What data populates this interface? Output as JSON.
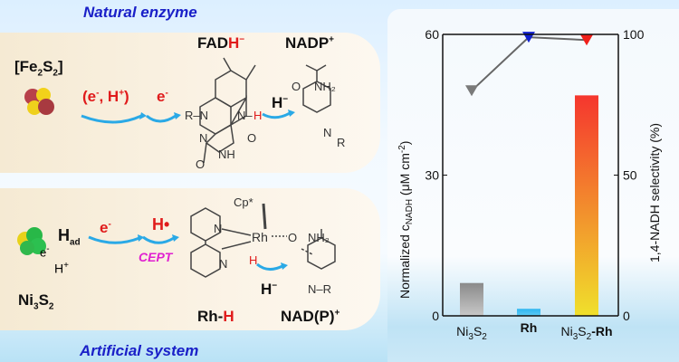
{
  "top": {
    "title": "Natural enzyme",
    "fe_label": {
      "a": "[Fe",
      "b": "2",
      "c": "S",
      "d": "2",
      "e": "]"
    },
    "step1": {
      "open": "(e",
      "sup1": "-",
      "mid": ", H",
      "sup2": "+",
      "close": ")"
    },
    "step2": {
      "e": "e",
      "sup": "-"
    },
    "fadh": {
      "a": "FAD",
      "b": "H",
      "sup": "−"
    },
    "nadp": {
      "a": "NADP",
      "sup": "+"
    },
    "hydride": {
      "a": "H",
      "sup": "−"
    },
    "atoms": {
      "rn": "R–N",
      "nh": "N–",
      "h": "H",
      "n": "N",
      "nh2": "NH",
      "o": "O",
      "nhr": "N",
      "r": "R",
      "o2": "O",
      "nh3": "NH",
      "amide_o": "O",
      "amide_nh2": "NH₂"
    }
  },
  "bottom": {
    "title": "Artificial system",
    "had": {
      "a": "H",
      "sub": "ad"
    },
    "e_small": {
      "a": "e",
      "sup": "-"
    },
    "hplus": {
      "a": "H",
      "sup": "+"
    },
    "ni_label": {
      "a": "Ni",
      "b": "3",
      "c": "S",
      "d": "2"
    },
    "step1": {
      "e": "e",
      "sup": "-"
    },
    "step2": "H•",
    "cept": "CEPT",
    "cp": "Cp*",
    "rh": "Rh",
    "n1": "N",
    "n2": "N",
    "h_red": "H",
    "o": "O",
    "nh2": "NH₂",
    "hydride": {
      "a": "H",
      "sup": "−"
    },
    "nr": "N–R",
    "rhh": {
      "a": "Rh-",
      "b": "H"
    },
    "nadp": {
      "a": "NAD(P)",
      "sup": "+"
    }
  },
  "chart_data": {
    "type": "bar",
    "categories": [
      "Ni3S2",
      "Rh",
      "Ni3S2-Rh"
    ],
    "category_labels": [
      {
        "a": "Ni",
        "b": "3",
        "c": "S",
        "d": "2",
        "e": ""
      },
      {
        "a": "",
        "b": "",
        "c": "",
        "d": "",
        "e": "Rh"
      },
      {
        "a": "Ni",
        "b": "3",
        "c": "S",
        "d": "2",
        "e": "-Rh"
      }
    ],
    "series": [
      {
        "name": "Normalized c_NADH",
        "axis": "left",
        "type": "bar",
        "values": [
          7,
          1.5,
          47
        ],
        "colors": [
          [
            "#8a8a8a",
            "#c8c8c8"
          ],
          [
            "#2fb6f0",
            "#5ccaf5"
          ],
          [
            "#f5362e",
            "#f0e02c"
          ]
        ]
      },
      {
        "name": "1,4-NADH selectivity",
        "axis": "right",
        "type": "scatter-line",
        "values": [
          80,
          99,
          98
        ],
        "colors": [
          "#7a7a7a",
          "#1020d0",
          "#f0201a"
        ]
      }
    ],
    "ylabel": "Normalized c",
    "ylabel_sub": "NADH",
    "ylabel_unit": " (μM cm",
    "ylabel_sup": "-2",
    "ylabel_close": ")",
    "y2label": "1,4-NADH selectivity (%)",
    "ylim": [
      0,
      60
    ],
    "y2lim": [
      0,
      100
    ],
    "yticks": [
      0,
      30,
      60
    ],
    "y2ticks": [
      0,
      50,
      100
    ]
  }
}
